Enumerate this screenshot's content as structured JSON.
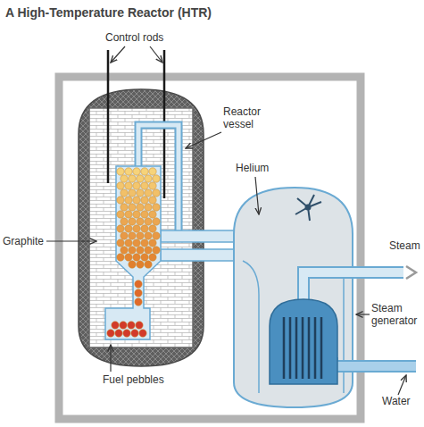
{
  "diagram": {
    "title": "A High-Temperature Reactor (HTR)",
    "labels": [
      "Control rods",
      "Reactor vessel",
      "Helium",
      "Graphite",
      "Steam",
      "Steam generator",
      "Water",
      "Fuel pebbles"
    ]
  }
}
